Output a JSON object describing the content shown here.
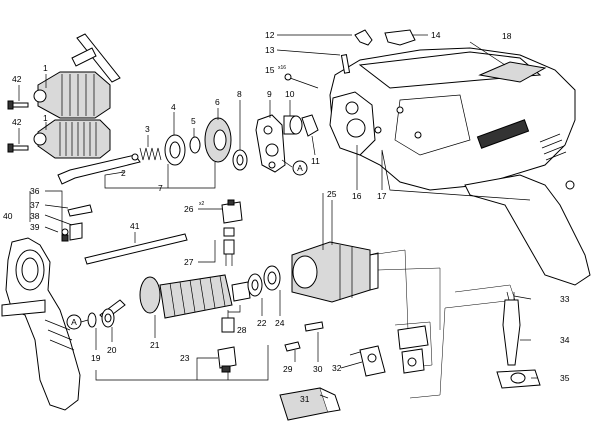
{
  "callouts": {
    "c1a": "1",
    "c1b": "1",
    "c2": "2",
    "c3": "3",
    "c4": "4",
    "c5": "5",
    "c6": "6",
    "c7": "7",
    "c8": "8",
    "c9": "9",
    "c10": "10",
    "c11": "11",
    "c12": "12",
    "c13": "13",
    "c14": "14",
    "c15": "15",
    "c15s": "x16",
    "c16": "16",
    "c17": "17",
    "c18": "18",
    "c19": "19",
    "c20": "20",
    "c21": "21",
    "c22": "22",
    "c23": "23",
    "c24": "24",
    "c25": "25",
    "c26": "26",
    "c26s": "x2",
    "c27": "27",
    "c28": "28",
    "c29": "29",
    "c30": "30",
    "c31": "31",
    "c32": "32",
    "c33": "33",
    "c34": "34",
    "c35": "35",
    "c36": "36",
    "c37": "37",
    "c38": "38",
    "c39": "39",
    "c40": "40",
    "c41": "41",
    "c42a": "42",
    "c42b": "42",
    "cAa": "A",
    "cAb": "A"
  }
}
